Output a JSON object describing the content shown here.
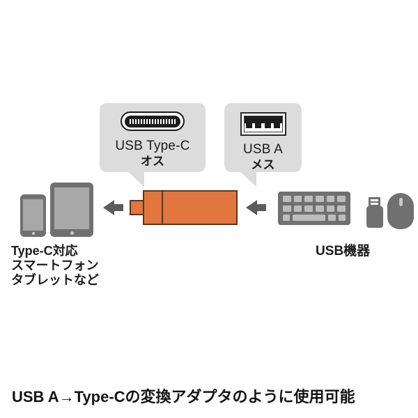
{
  "diagram": {
    "background_color": "#ffffff",
    "accent_orange": "#e2763f",
    "bubble_gray": "#dcdcdc",
    "device_gray": "#707070",
    "text_color": "#1c1c1c"
  },
  "callouts": [
    {
      "id": "usb-type-c",
      "icon": "usb-type-c-connector-icon",
      "line1": "USB Type-C",
      "line2": "オス"
    },
    {
      "id": "usb-a",
      "icon": "usb-a-port-icon",
      "line1": "USB A",
      "line2": "メス"
    }
  ],
  "center_device": {
    "name": "usb-adapter",
    "color": "#e2763f",
    "border_color": "#5a3520"
  },
  "arrows": [
    {
      "id": "arrow-to-phone",
      "direction": "left"
    },
    {
      "id": "arrow-to-adapter",
      "direction": "left"
    }
  ],
  "left_devices": {
    "icons": [
      "smartphone-icon",
      "tablet-icon"
    ],
    "label_line1": "Type-C対応",
    "label_line2": "スマートフォン",
    "label_line3": "タブレットなど"
  },
  "right_devices": {
    "icons": [
      "keyboard-icon",
      "usb-flash-drive-icon",
      "mouse-icon"
    ],
    "label": "USB機器"
  },
  "bottom_caption": {
    "text": "USB A→Type-Cの変換アダプタのように使用可能"
  }
}
